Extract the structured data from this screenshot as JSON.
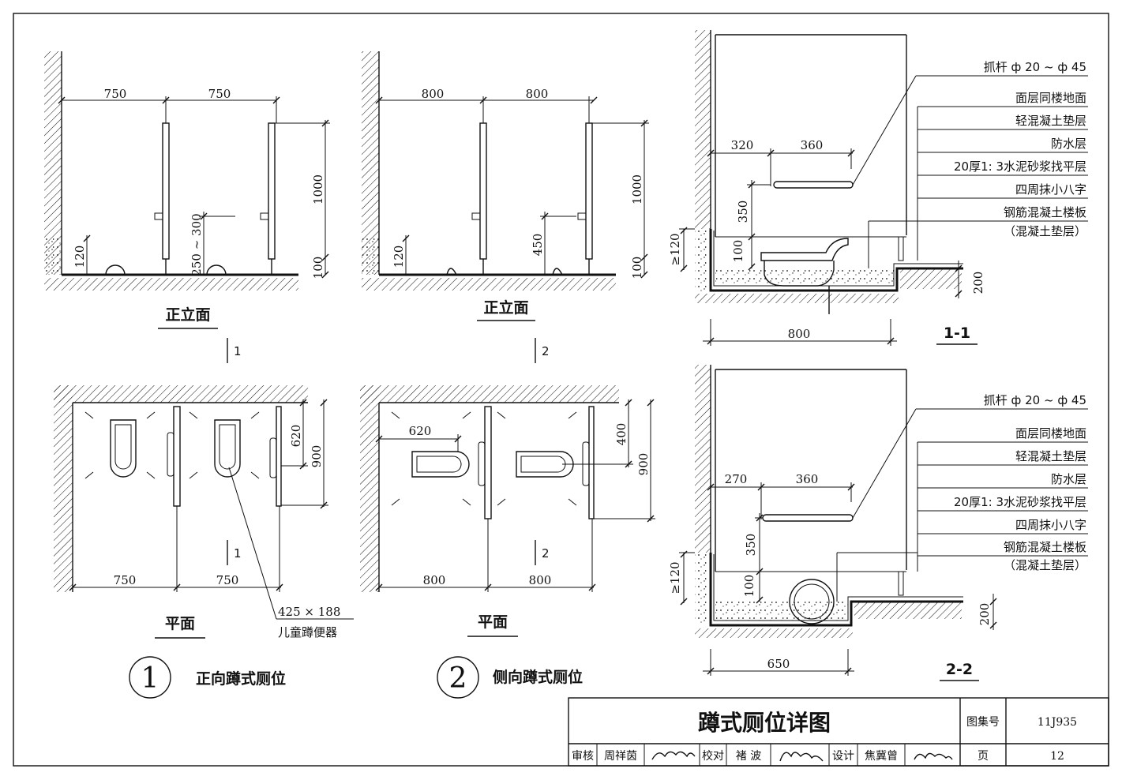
{
  "sheet_title": "蹲式厕位详图",
  "atlas_label": "图集号",
  "atlas_no": "11J935",
  "page_label": "页",
  "page_no": "12",
  "signatures": {
    "review_label": "审核",
    "review_name": "周祥茵",
    "check_label": "校对",
    "check_name": "褚 波",
    "design_label": "设计",
    "design_name": "焦冀曾"
  },
  "view1": {
    "elevation_title": "正立面",
    "plan_title": "平面",
    "section_ref": "1",
    "dims": {
      "w1": "750",
      "w2": "750",
      "h_rail": "1000",
      "h_low": "100",
      "h_step": "120",
      "h_range": "250 ~ 300",
      "depth": "620",
      "depth_total": "900"
    },
    "note_size": "425 × 188",
    "note_name": "儿童蹲便器",
    "circle_no": "1",
    "caption": "正向蹲式厕位"
  },
  "view2": {
    "elevation_title": "正立面",
    "plan_title": "平面",
    "section_ref": "2",
    "dims": {
      "w1": "800",
      "w2": "800",
      "h_rail": "1000",
      "h_low": "100",
      "h_step": "120",
      "h_mid": "450",
      "offset": "620",
      "depth": "400",
      "depth_total": "900"
    },
    "circle_no": "2",
    "caption": "侧向蹲式厕位"
  },
  "section_1_1": {
    "label": "1-1",
    "dims": {
      "a": "320",
      "b": "360",
      "h1": "350",
      "h2": "100",
      "h3": "≥120",
      "h4": "200",
      "width": "800"
    },
    "layers": [
      "抓杆 ф 20 ~ ф 45",
      "面层同楼地面",
      "轻混凝土垫层",
      "防水层",
      "20厚1: 3水泥砂浆找平层",
      "四周抹小八字",
      "钢筋混凝土楼板",
      "（混凝土垫层）"
    ]
  },
  "section_2_2": {
    "label": "2-2",
    "dims": {
      "a": "270",
      "b": "360",
      "h1": "350",
      "h2": "100",
      "h3": "≥120",
      "h4": "200",
      "width": "650"
    },
    "layers": [
      "抓杆 ф 20 ~ ф 45",
      "面层同楼地面",
      "轻混凝土垫层",
      "防水层",
      "20厚1: 3水泥砂浆找平层",
      "四周抹小八字",
      "钢筋混凝土楼板",
      "（混凝土垫层）"
    ]
  }
}
